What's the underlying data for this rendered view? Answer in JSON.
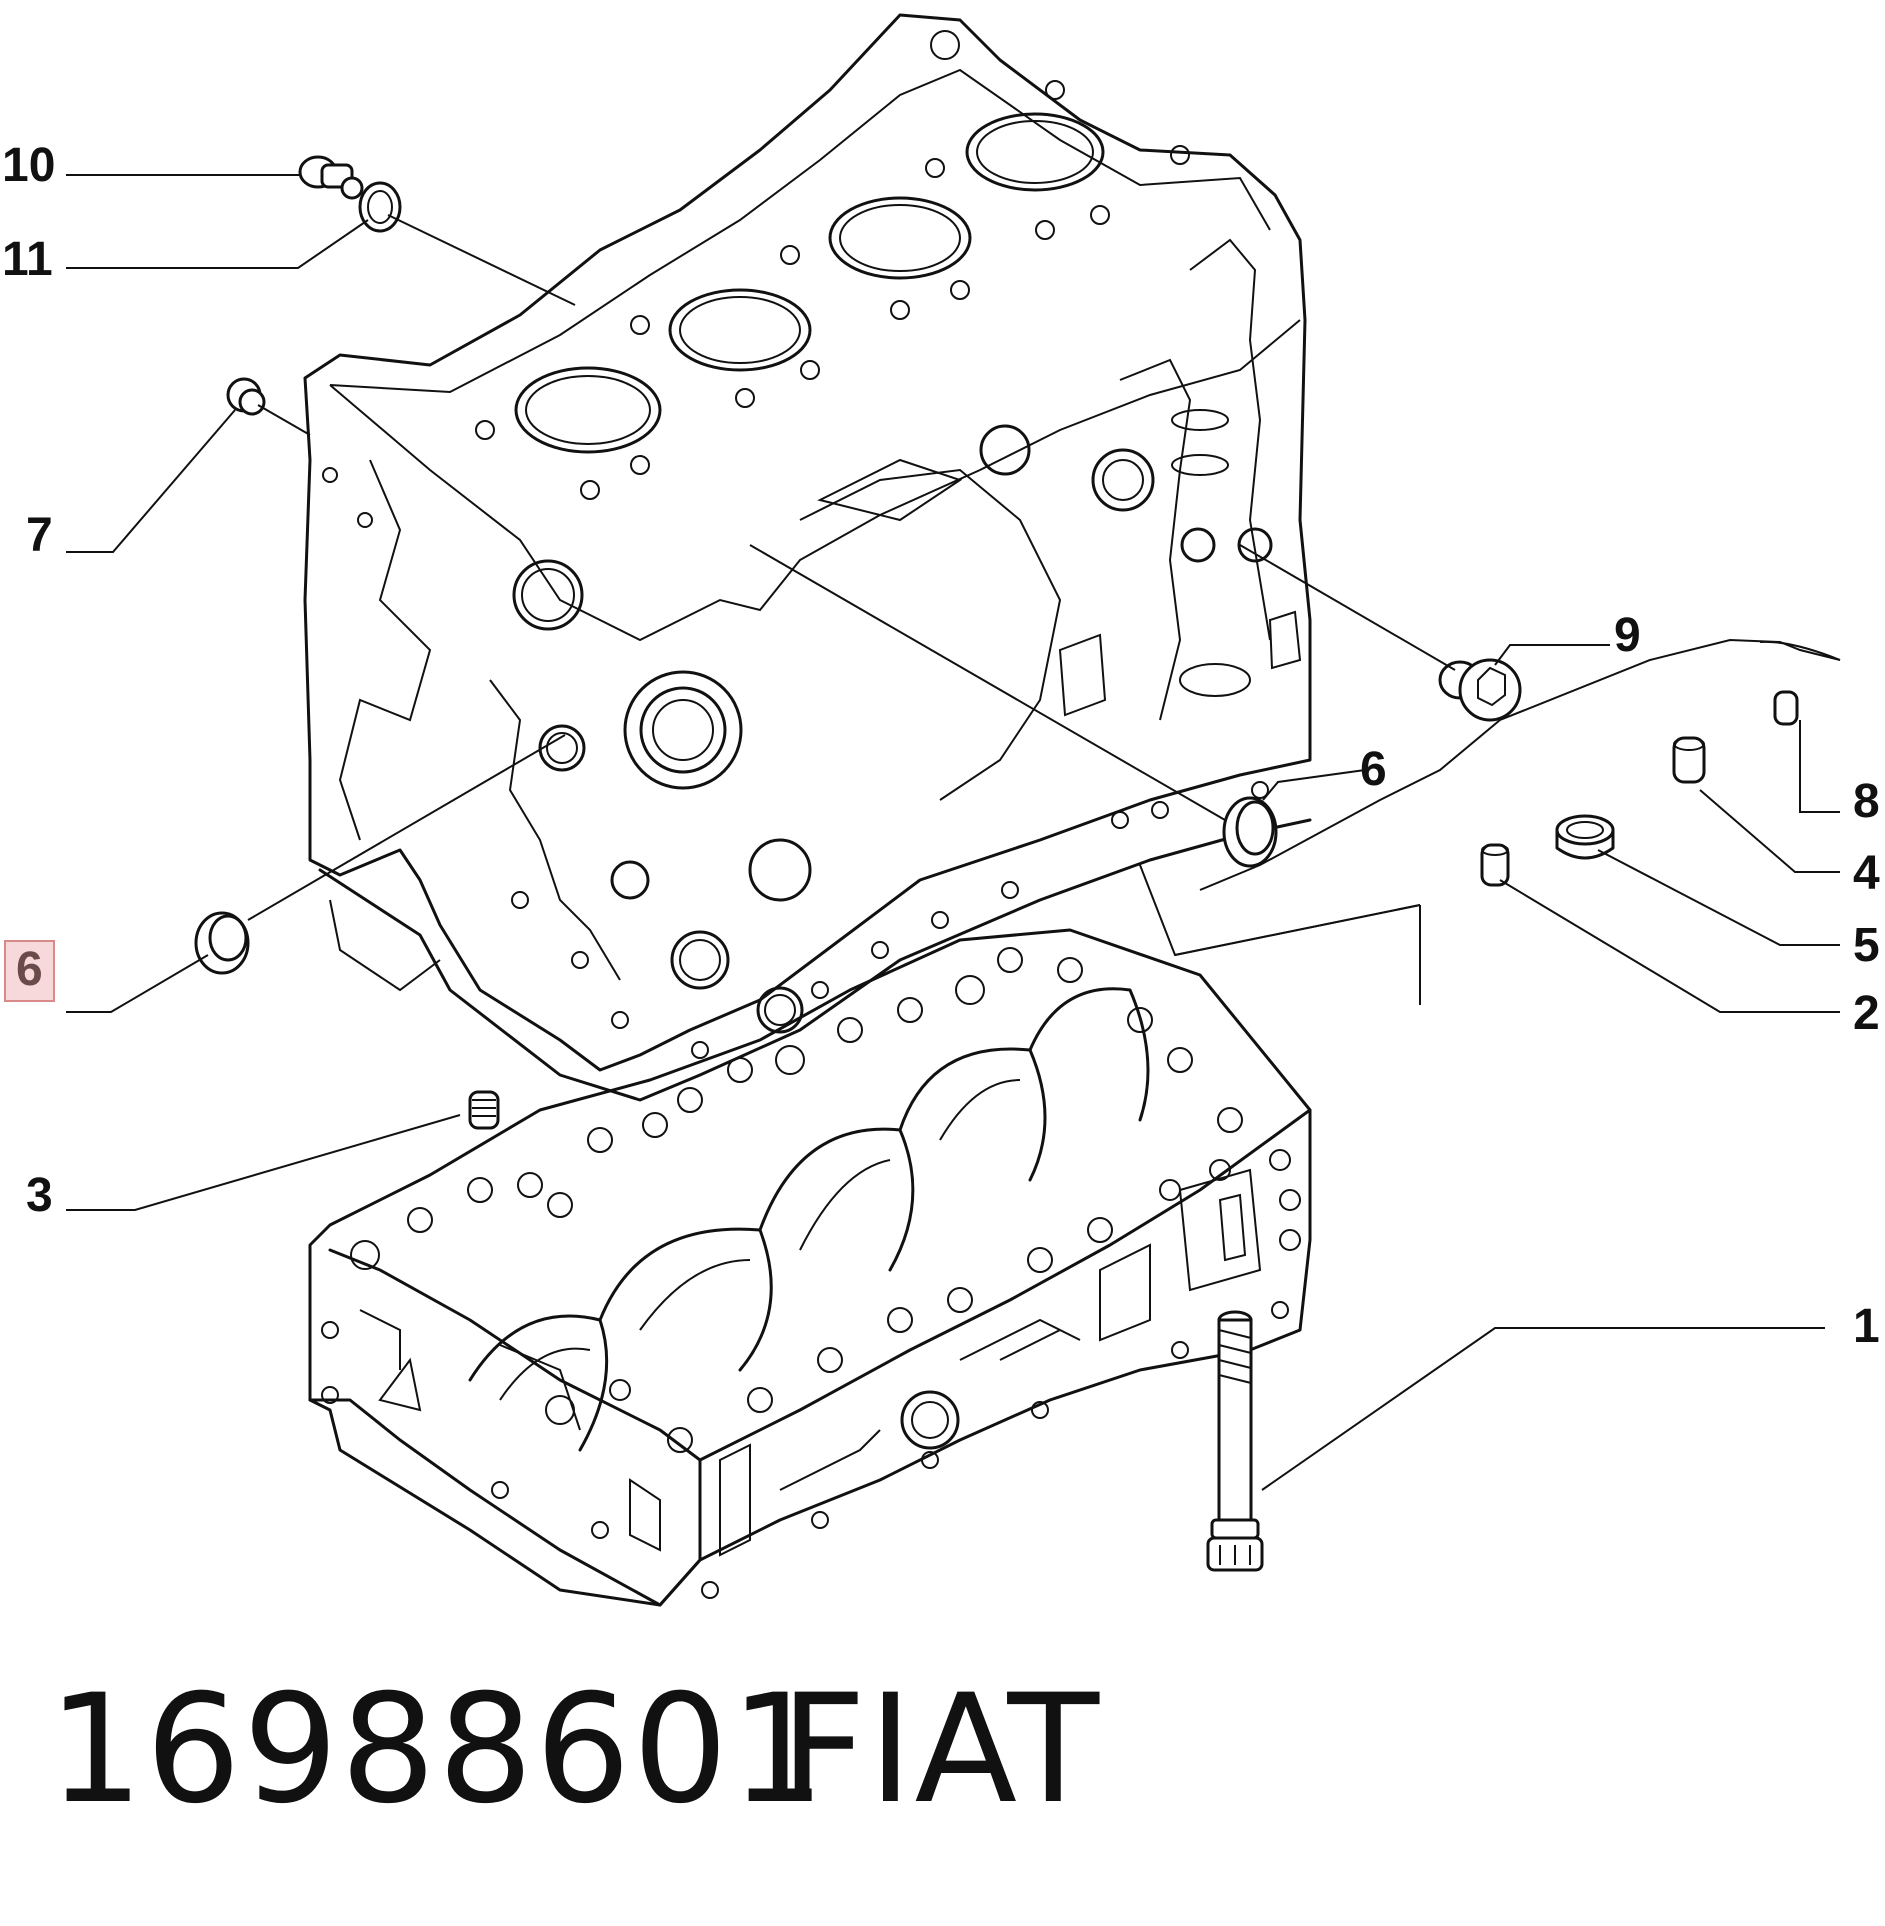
{
  "callouts": {
    "c10": "10",
    "c11": "11",
    "c7": "7",
    "c9": "9",
    "c6_right": "6",
    "c8": "8",
    "c4": "4",
    "c5": "5",
    "c2": "2",
    "c6_left": "6",
    "c3": "3",
    "c1": "1"
  },
  "footer": {
    "part_number": "16988601",
    "brand": "FIAT"
  },
  "colors": {
    "highlight_fill": "#f7d9dc",
    "highlight_border": "#d88a8a",
    "line": "#111111"
  }
}
